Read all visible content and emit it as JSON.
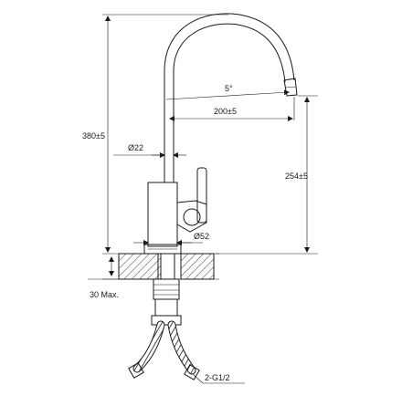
{
  "labels": {
    "height_total": "380±5",
    "tube_diameter": "Ø22",
    "spout_angle": "5°",
    "spout_reach": "200±5",
    "spout_height": "254±5",
    "body_diameter": "Ø52",
    "max_thickness": "30 Max.",
    "connection": "2-G1/2"
  },
  "colors": {
    "line": "#1a1a1a",
    "background": "#ffffff",
    "hatch": "#1a1a1a"
  }
}
